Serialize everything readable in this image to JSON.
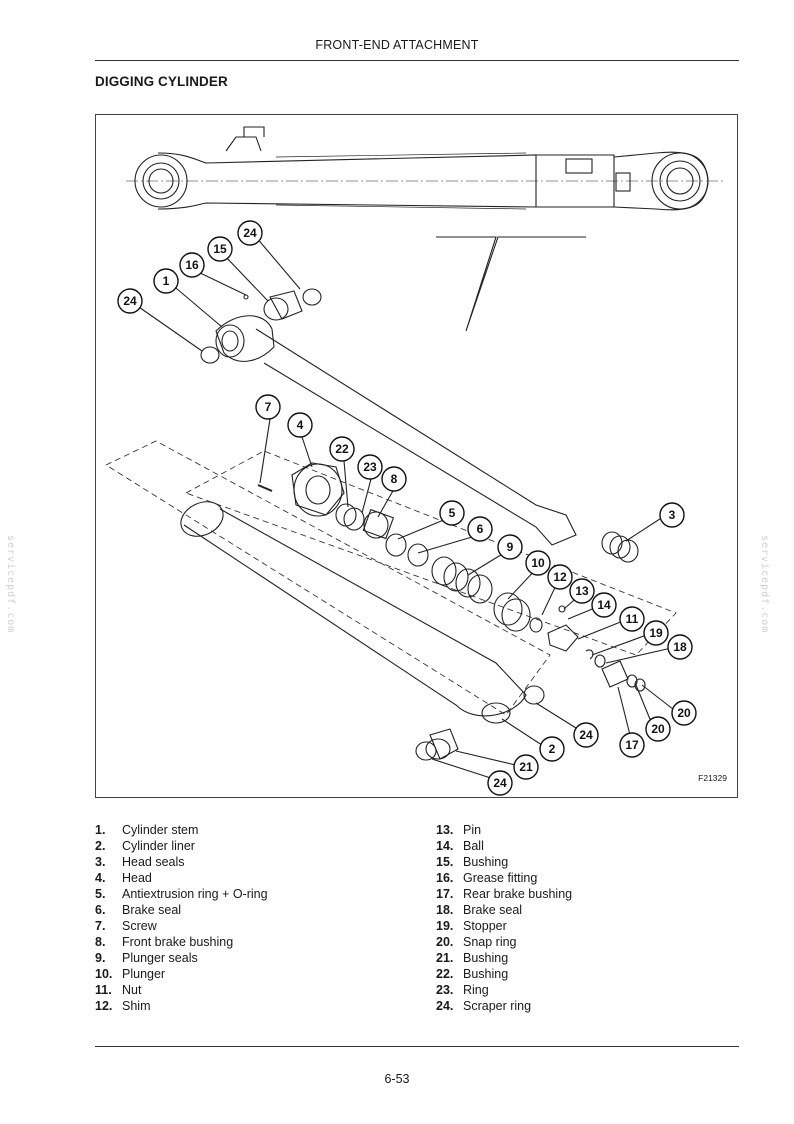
{
  "header": {
    "title": "FRONT-END ATTACHMENT"
  },
  "section": {
    "title": "DIGGING CYLINDER"
  },
  "figure": {
    "code": "F21329",
    "callouts": [
      "24",
      "15",
      "16",
      "1",
      "24",
      "7",
      "4",
      "22",
      "23",
      "8",
      "5",
      "6",
      "9",
      "10",
      "12",
      "13",
      "14",
      "11",
      "19",
      "18",
      "3",
      "20",
      "20",
      "17",
      "24",
      "2",
      "21",
      "24"
    ]
  },
  "legend": {
    "col1": [
      {
        "num": "1.",
        "label": "Cylinder stem"
      },
      {
        "num": "2.",
        "label": "Cylinder liner"
      },
      {
        "num": "3.",
        "label": "Head seals"
      },
      {
        "num": "4.",
        "label": "Head"
      },
      {
        "num": "5.",
        "label": "Antiextrusion ring + O-ring"
      },
      {
        "num": "6.",
        "label": "Brake seal"
      },
      {
        "num": "7.",
        "label": "Screw"
      },
      {
        "num": "8.",
        "label": "Front brake bushing"
      },
      {
        "num": "9.",
        "label": "Plunger seals"
      },
      {
        "num": "10.",
        "label": "Plunger"
      },
      {
        "num": "11.",
        "label": "Nut"
      },
      {
        "num": "12.",
        "label": "Shim"
      }
    ],
    "col2": [
      {
        "num": "13.",
        "label": "Pin"
      },
      {
        "num": "14.",
        "label": "Ball"
      },
      {
        "num": "15.",
        "label": "Bushing"
      },
      {
        "num": "16.",
        "label": "Grease fitting"
      },
      {
        "num": "17.",
        "label": "Rear brake bushing"
      },
      {
        "num": "18.",
        "label": "Brake seal"
      },
      {
        "num": "19.",
        "label": "Stopper"
      },
      {
        "num": "20.",
        "label": "Snap ring"
      },
      {
        "num": "21.",
        "label": "Bushing"
      },
      {
        "num": "22.",
        "label": "Bushing"
      },
      {
        "num": "23.",
        "label": "Ring"
      },
      {
        "num": "24.",
        "label": "Scraper ring"
      }
    ]
  },
  "footer": {
    "page_number": "6-53"
  },
  "watermark": {
    "text": "servicepdf.com"
  }
}
